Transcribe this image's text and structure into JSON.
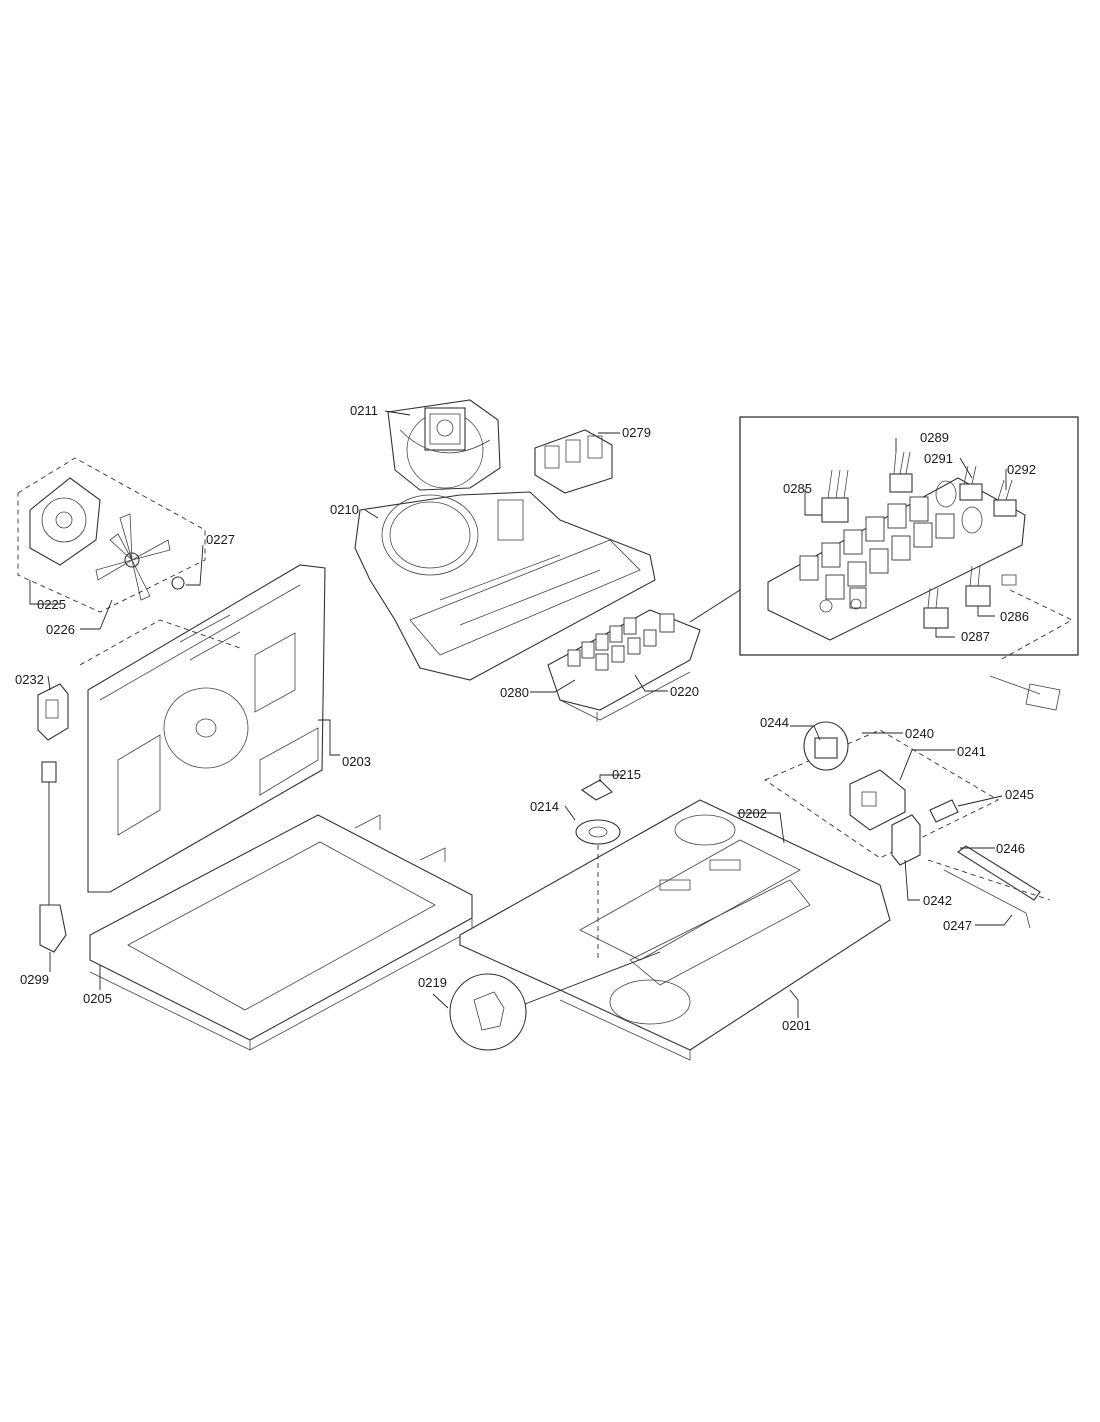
{
  "labels": {
    "p0211": "0211",
    "p0279": "0279",
    "p0210": "0210",
    "p0289": "0289",
    "p0291": "0291",
    "p0292": "0292",
    "p0285": "0285",
    "p0286": "0286",
    "p0287": "0287",
    "p0227": "0227",
    "p0225": "0225",
    "p0226": "0226",
    "p0232": "0232",
    "p0203": "0203",
    "p0280": "0280",
    "p0220": "0220",
    "p0244": "0244",
    "p0240": "0240",
    "p0241": "0241",
    "p0245": "0245",
    "p0215": "0215",
    "p0214": "0214",
    "p0202": "0202",
    "p0246": "0246",
    "p0242": "0242",
    "p0247": "0247",
    "p0299": "0299",
    "p0205": "0205",
    "p0219": "0219",
    "p0201": "0201"
  }
}
